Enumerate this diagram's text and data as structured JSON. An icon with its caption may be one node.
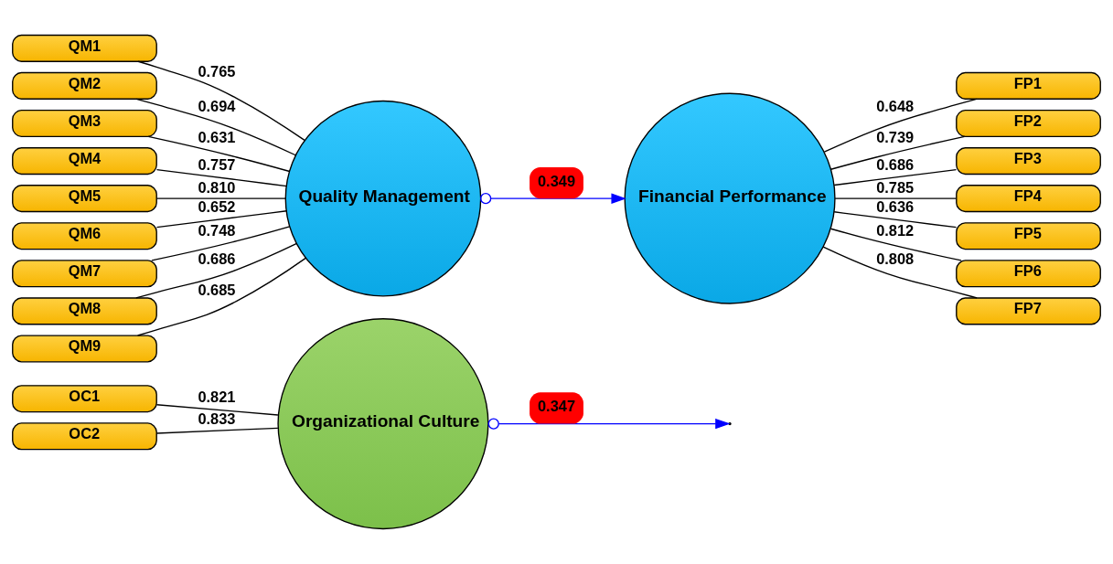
{
  "diagram": {
    "nodes": [
      {
        "text": [
          "OC1"
        ]
      },
      {
        "text": [
          "OC2"
        ]
      },
      {
        "text": [
          "Organizational Culture"
        ]
      },
      {
        "text": [
          "QM1"
        ]
      },
      {
        "text": [
          "QM2"
        ]
      },
      {
        "text": [
          "QM3"
        ]
      },
      {
        "text": [
          "QM4"
        ]
      },
      {
        "text": [
          "QM5"
        ]
      },
      {
        "text": [
          "QM6"
        ]
      },
      {
        "text": [
          "QM7"
        ]
      },
      {
        "text": [
          "QM8"
        ]
      },
      {
        "text": [
          "QM9"
        ]
      },
      {
        "text": [
          "Quality Management"
        ]
      },
      {
        "text": [
          "Financial Performance"
        ]
      },
      {
        "text": [
          "FP1"
        ]
      },
      {
        "text": [
          "FP2"
        ]
      },
      {
        "text": [
          "FP3"
        ]
      },
      {
        "text": [
          "FP4"
        ]
      },
      {
        "text": [
          "FP5"
        ]
      },
      {
        "text": [
          "FP6"
        ]
      },
      {
        "text": [
          "FP7"
        ]
      }
    ],
    "edges": [
      {
        "from": 0,
        "to": 2,
        "arrow": "none",
        "label": "0.821"
      },
      {
        "from": 1,
        "to": 2,
        "arrow": "none",
        "label": "0.833"
      },
      {
        "from": 3,
        "to": 12,
        "arrow": "none",
        "label": "0.765"
      },
      {
        "from": 4,
        "to": 12,
        "arrow": "none",
        "label": "0.694"
      },
      {
        "from": 5,
        "to": 12,
        "arrow": "none",
        "label": "0.631"
      },
      {
        "from": 6,
        "to": 12,
        "arrow": "none",
        "label": "0.757"
      },
      {
        "from": 7,
        "to": 12,
        "arrow": "none",
        "label": "0.810"
      },
      {
        "from": 8,
        "to": 12,
        "arrow": "none",
        "label": "0.652"
      },
      {
        "from": 9,
        "to": 12,
        "arrow": "none",
        "label": "0.748"
      },
      {
        "from": 10,
        "to": 12,
        "arrow": "none",
        "label": "0.686"
      },
      {
        "from": 11,
        "to": 12,
        "arrow": "none",
        "label": "0.685"
      },
      {
        "from": 13,
        "to": 14,
        "arrow": "none",
        "label": "0.648"
      },
      {
        "from": 13,
        "to": 15,
        "arrow": "none",
        "label": "0.739"
      },
      {
        "from": 13,
        "to": 16,
        "arrow": "none",
        "label": "0.686"
      },
      {
        "from": 13,
        "to": 17,
        "arrow": "none",
        "label": "0.785"
      },
      {
        "from": 13,
        "to": 18,
        "arrow": "none",
        "label": "0.636"
      },
      {
        "from": 13,
        "to": 19,
        "arrow": "none",
        "label": "0.812"
      },
      {
        "from": 13,
        "to": 20,
        "arrow": "none",
        "label": "0.808"
      },
      {
        "from": 12,
        "to": 13,
        "arrow": "to",
        "label": "0.349",
        "color": "#0000ff"
      },
      {
        "from": 2,
        "to": null,
        "arrow": "to",
        "label": "0.347",
        "color": "#0000ff"
      }
    ]
  }
}
